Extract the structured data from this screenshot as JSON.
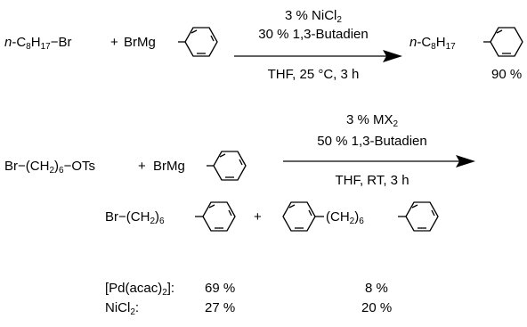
{
  "reaction1": {
    "reactant1": {
      "prefix": "n",
      "dash": "-C",
      "c_sub": "8",
      "h": "H",
      "h_sub": "17",
      "bond": "−",
      "halide": "Br"
    },
    "plus": "+",
    "grignard": "BrMg",
    "catalyst": {
      "pct": "3 % NiCl",
      "sub": "2"
    },
    "additive": "30 % 1,3-Butadien",
    "conditions": "THF, 25 °C, 3 h",
    "product": {
      "prefix": "n",
      "dash": "-C",
      "c_sub": "8",
      "h": "H",
      "h_sub": "17"
    },
    "yield": "90 %"
  },
  "reaction2": {
    "reactant": {
      "br": "Br",
      "bond": "−",
      "chain": "(CH",
      "h_sub": "2",
      "close": ")",
      "n_sub": "6",
      "bond2": "−",
      "leaving_group": "OTs"
    },
    "plus": "+",
    "grignard": "BrMg",
    "catalyst": {
      "pct": "3 % MX",
      "sub": "2"
    },
    "additive": "50 % 1,3-Butadien",
    "conditions": "THF, RT, 3 h"
  },
  "products": {
    "product1": {
      "br": "Br",
      "bond": "−",
      "chain": "(CH",
      "h_sub": "2",
      "close": ")",
      "n_sub": "6"
    },
    "plus": "+",
    "product2": {
      "chain": "(CH",
      "h_sub": "2",
      "close": ")",
      "n_sub": "6"
    }
  },
  "yield_table": {
    "rows": [
      {
        "open": "[Pd(acac)",
        "sub": "2",
        "close": "]:",
        "yield1": "69 %",
        "yield2": "8 %"
      },
      {
        "open": "NiCl",
        "sub": "2",
        "close": ":",
        "yield1": "27 %",
        "yield2": "20 %"
      }
    ]
  }
}
